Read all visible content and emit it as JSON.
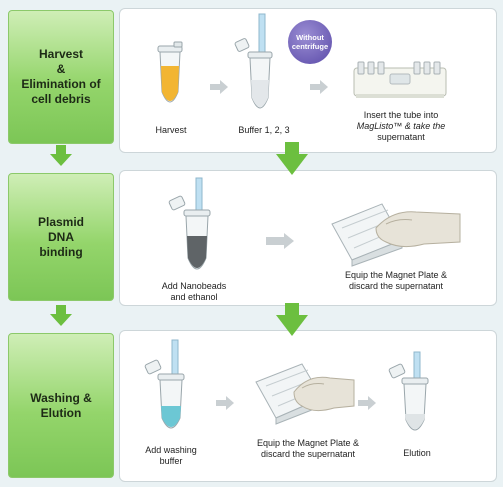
{
  "stages": [
    {
      "title_lines": [
        "Harvest",
        "&",
        "Elimination of",
        "cell debris"
      ]
    },
    {
      "title_lines": [
        "Plasmid",
        "DNA",
        "binding"
      ]
    },
    {
      "title_lines": [
        "Washing &",
        "Elution"
      ]
    }
  ],
  "row1": {
    "step1": "Harvest",
    "step2": "Buffer 1, 2, 3",
    "badge_lines": [
      "Without",
      "centrifuge"
    ],
    "step3_lines": [
      "Insert the tube into",
      "MagListo™ & take the",
      "supernatant"
    ]
  },
  "row2": {
    "step1_lines": [
      "Add Nanobeads",
      "and ethanol"
    ],
    "step2_lines": [
      "Equip the Magnet Plate &",
      "discard the supernatant"
    ]
  },
  "row3": {
    "step1_lines": [
      "Add washing",
      "buffer"
    ],
    "step2_lines": [
      "Equip the Magnet Plate &",
      "discard the supernatant"
    ],
    "step3": "Elution"
  },
  "colors": {
    "label_green": "#7cc656",
    "arrow_green": "#6cbf3f",
    "gray_arrow": "#c9cfd2",
    "badge_purple": "#5a4aa8",
    "harvest_liquid": "#f2b532",
    "elution_liquid": "#6cc7d4"
  },
  "icons": [
    "tube-icon",
    "pipette-icon",
    "magnet-device-icon",
    "magnet-plate-icon",
    "hand-icon"
  ]
}
